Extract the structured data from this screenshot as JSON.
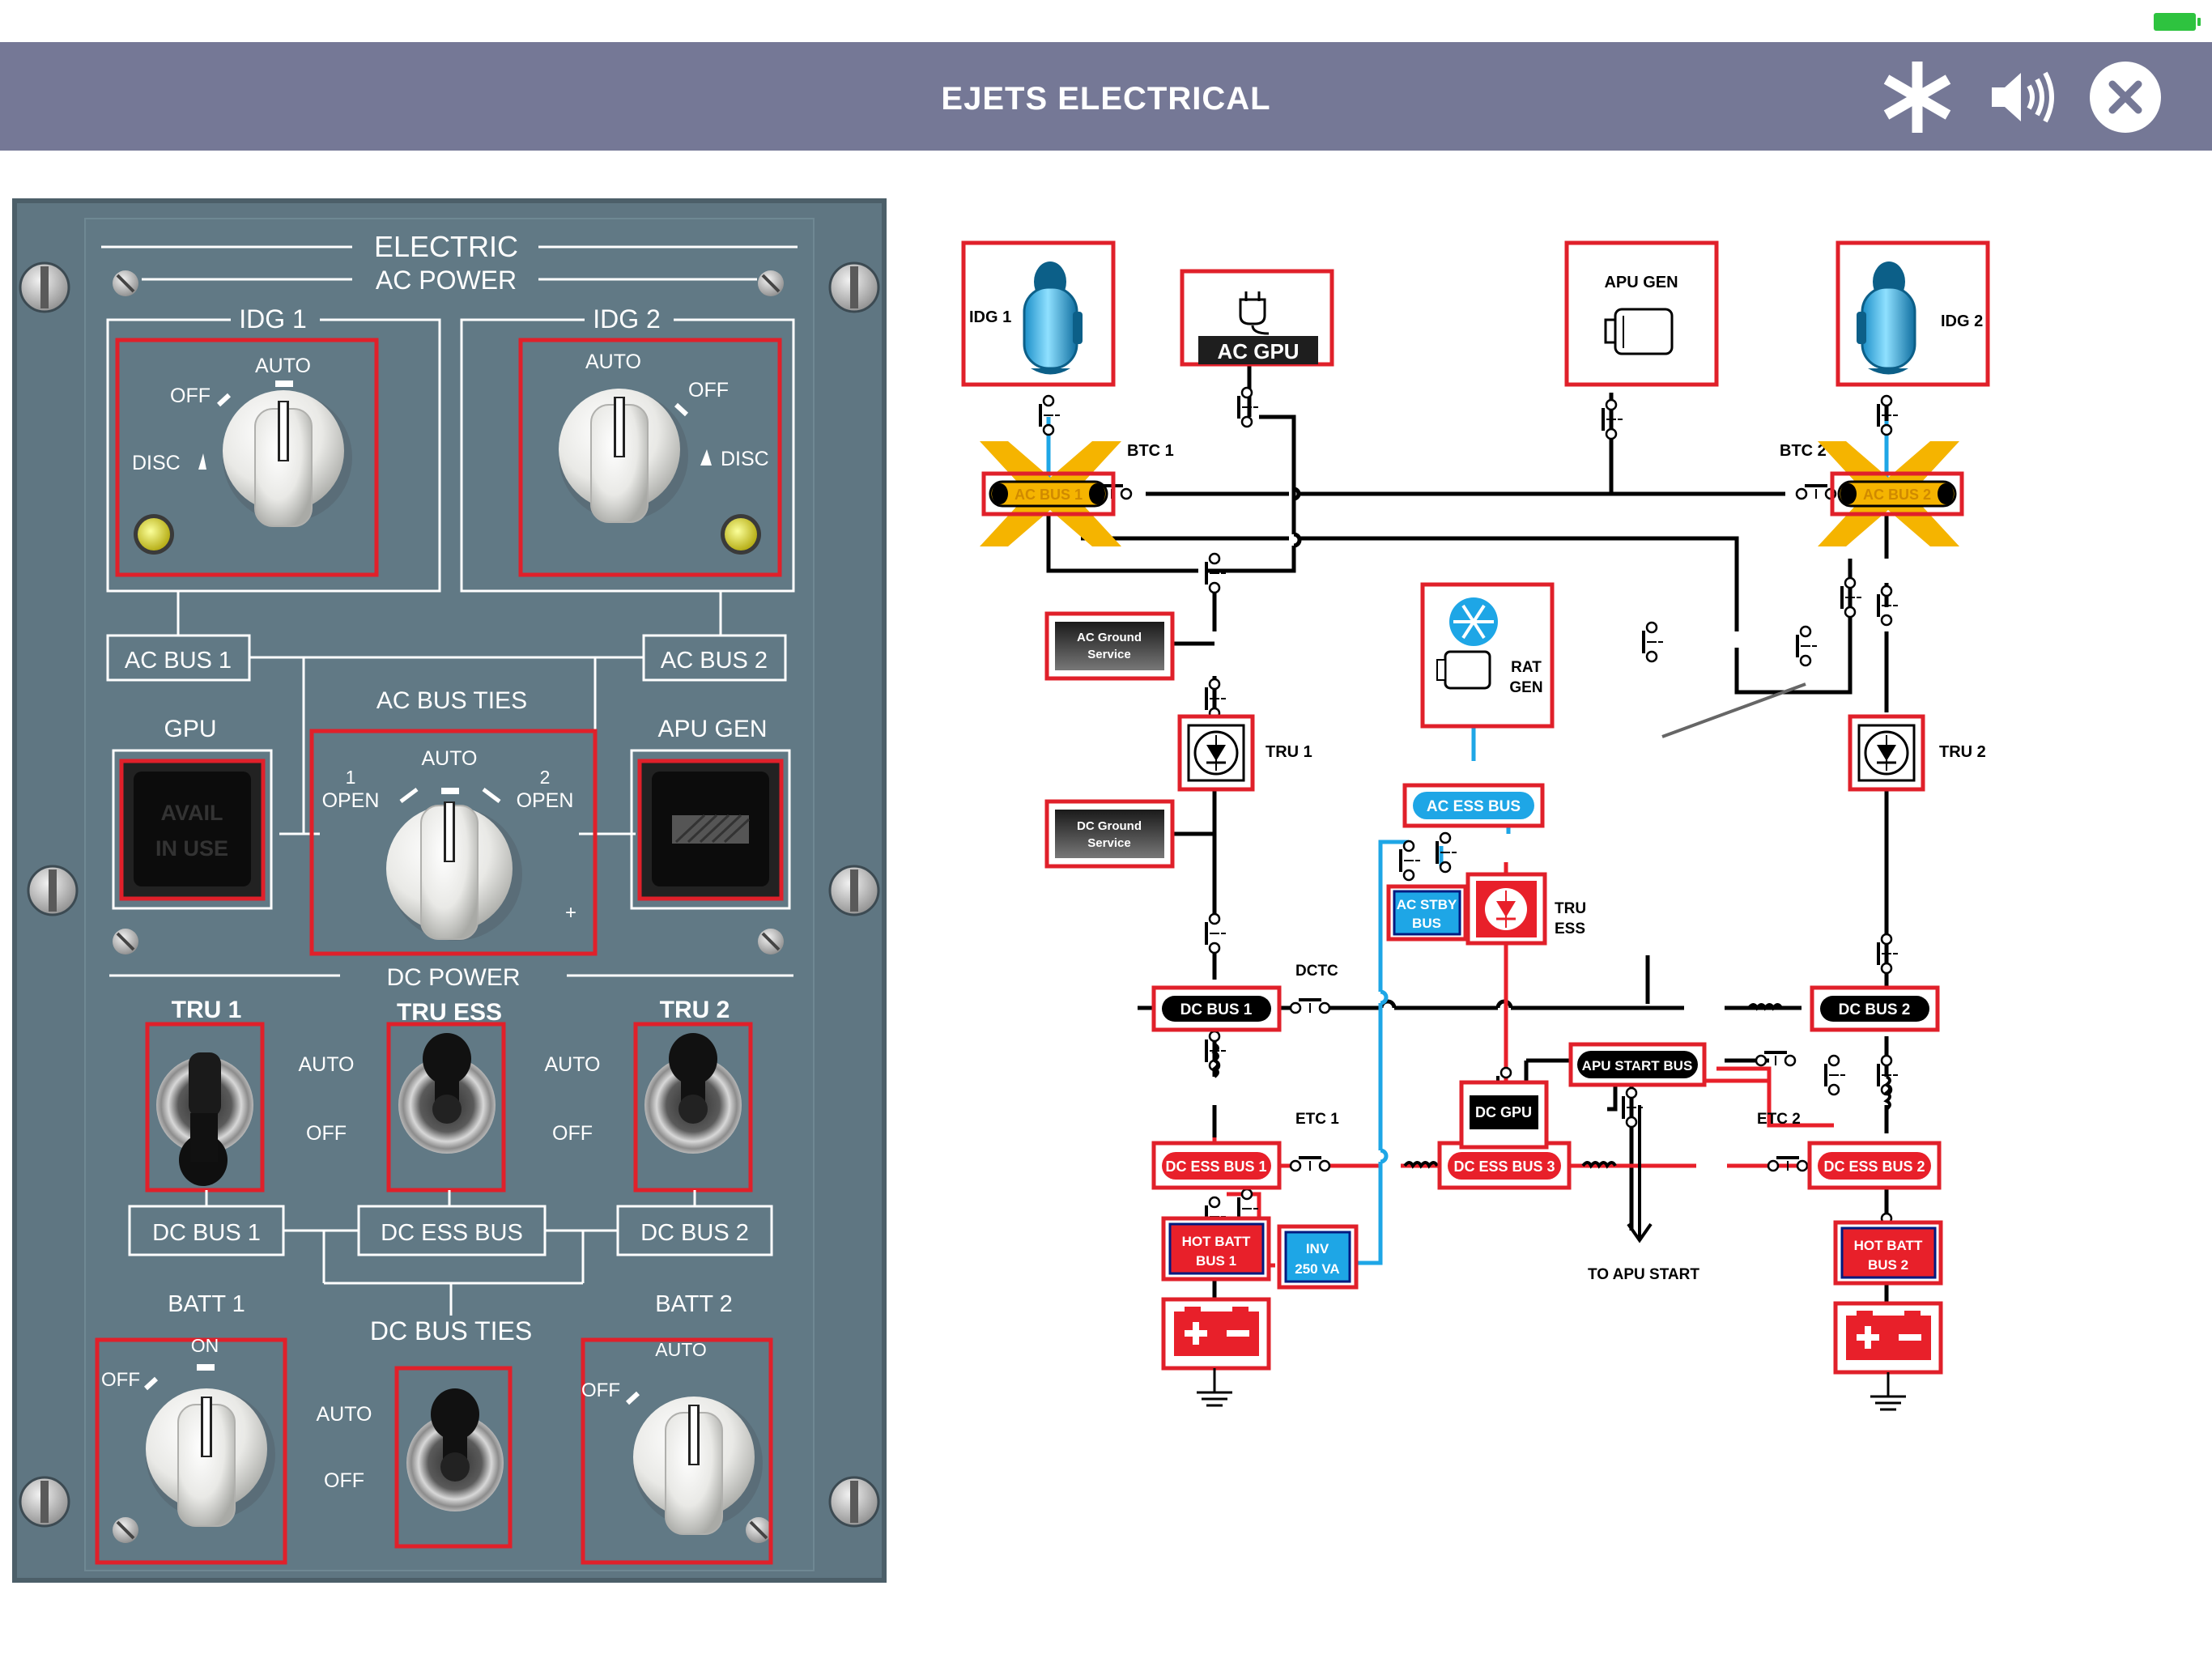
{
  "app": {
    "title": "EJETS ELECTRICAL"
  },
  "header": {
    "buttons": [
      {
        "name": "asterisk",
        "icon": "asterisk-icon"
      },
      {
        "name": "sound",
        "icon": "speaker-icon"
      },
      {
        "name": "close",
        "icon": "close-icon"
      }
    ]
  },
  "colors": {
    "header_bg": "#757896",
    "panel_bg": "#5f7682",
    "highlight_red": "#e0202a",
    "powered_red": "#e8202a",
    "ac_ess_blue": "#1ea6e6",
    "fault_amber": "#f5b400"
  },
  "panel": {
    "title": "ELECTRIC",
    "ac_section": "AC POWER",
    "idg1": {
      "title": "IDG 1",
      "positions": [
        "OFF",
        "AUTO",
        "DISC"
      ]
    },
    "idg2": {
      "title": "IDG 2",
      "positions": [
        "AUTO",
        "OFF",
        "DISC"
      ]
    },
    "ac_bus1": "AC BUS 1",
    "ac_bus2": "AC BUS 2",
    "gpu": {
      "title": "GPU",
      "avail": "AVAIL",
      "in_use": "IN USE"
    },
    "apu_gen": "APU GEN",
    "ac_bus_ties": {
      "title": "AC BUS TIES",
      "auto": "AUTO",
      "one": "1",
      "two": "2",
      "open": "OPEN",
      "plus": "+"
    },
    "dc_section": "DC POWER",
    "tru1": "TRU 1",
    "tru_ess": "TRU ESS",
    "tru2": "TRU 2",
    "auto": "AUTO",
    "off": "OFF",
    "on": "ON",
    "dc_bus1": "DC BUS 1",
    "dc_ess_bus": "DC ESS BUS",
    "dc_bus2": "DC BUS 2",
    "batt1": "BATT 1",
    "batt2": "BATT 2",
    "dc_bus_ties": "DC BUS TIES"
  },
  "diagram": {
    "idg1": "IDG 1",
    "ac_gpu": "AC GPU",
    "apu_gen": "APU GEN",
    "idg2": "IDG 2",
    "btc1": "BTC 1",
    "btc2": "BTC 2",
    "ac_bus1": "AC BUS 1",
    "ac_bus2": "AC BUS 2",
    "ac_ground_service": [
      "AC Ground",
      "Service"
    ],
    "dc_ground_service": [
      "DC Ground",
      "Service"
    ],
    "rat_gen": [
      "RAT",
      "GEN"
    ],
    "tru1": "TRU 1",
    "tru2": "TRU 2",
    "tru_ess": [
      "TRU",
      "ESS"
    ],
    "ac_ess_bus": "AC ESS BUS",
    "ac_stby_bus": [
      "AC STBY",
      "BUS"
    ],
    "dctc": "DCTC",
    "dc_bus1": "DC BUS 1",
    "dc_bus2": "DC BUS 2",
    "etc1": "ETC 1",
    "etc2": "ETC 2",
    "dc_ess_bus1": "DC ESS BUS 1",
    "dc_ess_bus3": "DC ESS BUS 3",
    "dc_ess_bus2": "DC ESS BUS 2",
    "inv": [
      "INV",
      "250 VA"
    ],
    "apu_start_bus": "APU START BUS",
    "dc_gpu": "DC GPU",
    "hot_batt_bus1": [
      "HOT BATT",
      "BUS 1"
    ],
    "hot_batt_bus2": [
      "HOT BATT",
      "BUS 2"
    ],
    "to_apu_start": "TO APU START",
    "batt_symbol": "+ -"
  }
}
